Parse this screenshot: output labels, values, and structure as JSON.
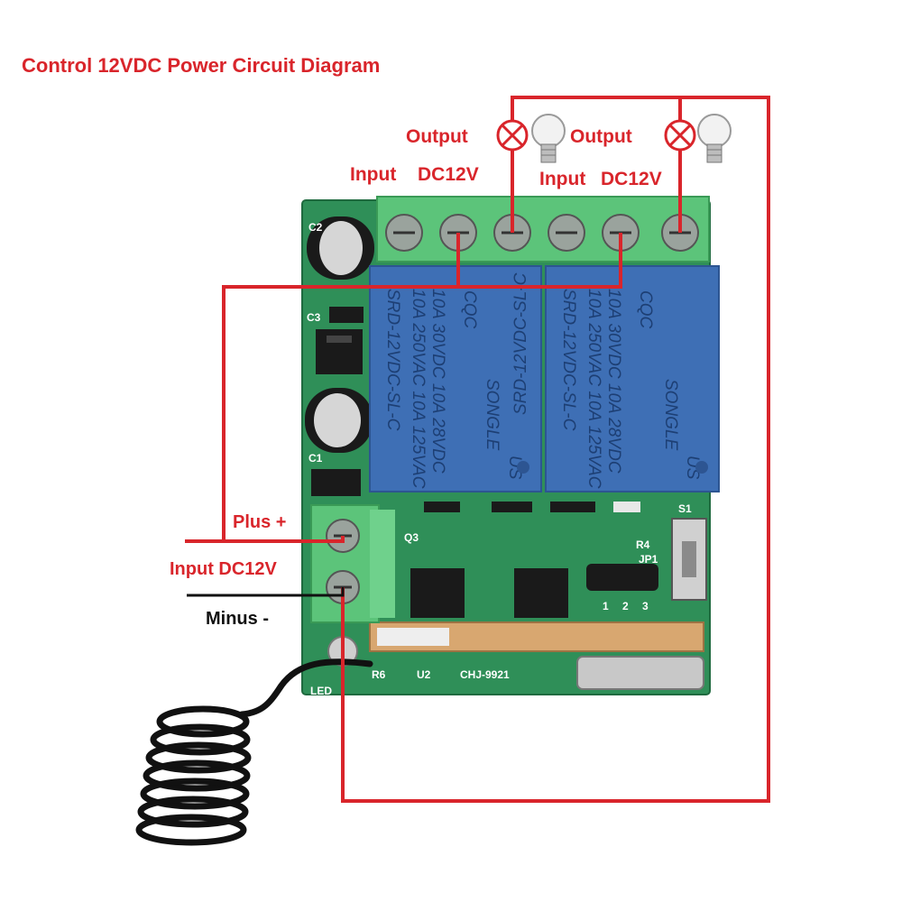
{
  "title": "Control 12VDC Power Circuit Diagram",
  "labels": {
    "output_left": "Output",
    "output_right": "Output",
    "input_left_a": "Input",
    "input_left_b": "DC12V",
    "input_right_a": "Input",
    "input_right_b": "DC12V",
    "plus": "Plus +",
    "input_power": "Input DC12V",
    "minus": "Minus -"
  },
  "relay": {
    "model": "SRD-12VDC-SL-C",
    "rating_1": "10A 250VAC  10A 125VAC",
    "rating_2": "10A 30VDC  10A 28VDC",
    "brand": "SONGLE",
    "cert": "CQC",
    "us_mark": "US"
  },
  "board": {
    "module_label": "CHJ-9921",
    "u2": "U2",
    "c2": "C2",
    "c3": "C3",
    "c1": "C1",
    "q3": "Q3",
    "r4": "R4",
    "jp1": "JP1",
    "s1": "S1",
    "r6": "R6",
    "led": "LED",
    "jumper_nums": [
      "1",
      "2",
      "3"
    ]
  },
  "colors": {
    "wire_red": "#d9252b",
    "wire_black": "#111111",
    "pcb_green": "#2f8f58",
    "terminal_green": "#5cc47a",
    "relay_blue": "#3e6fb5"
  }
}
